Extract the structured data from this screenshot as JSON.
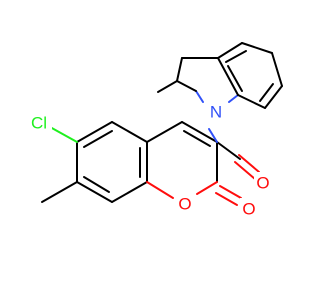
{
  "molecule": {
    "atoms": {
      "chlorine": {
        "label": "Cl",
        "color": "#1ff01f"
      },
      "ring_oxygen": {
        "label": "O",
        "color": "#ff0d0d"
      },
      "lactone_carbonyl_oxygen": {
        "label": "O",
        "color": "#ff0d0d"
      },
      "amide_carbonyl_oxygen": {
        "label": "O",
        "color": "#ff0d0d"
      },
      "indoline_nitrogen": {
        "label": "N",
        "color": "#3050f8"
      }
    }
  }
}
